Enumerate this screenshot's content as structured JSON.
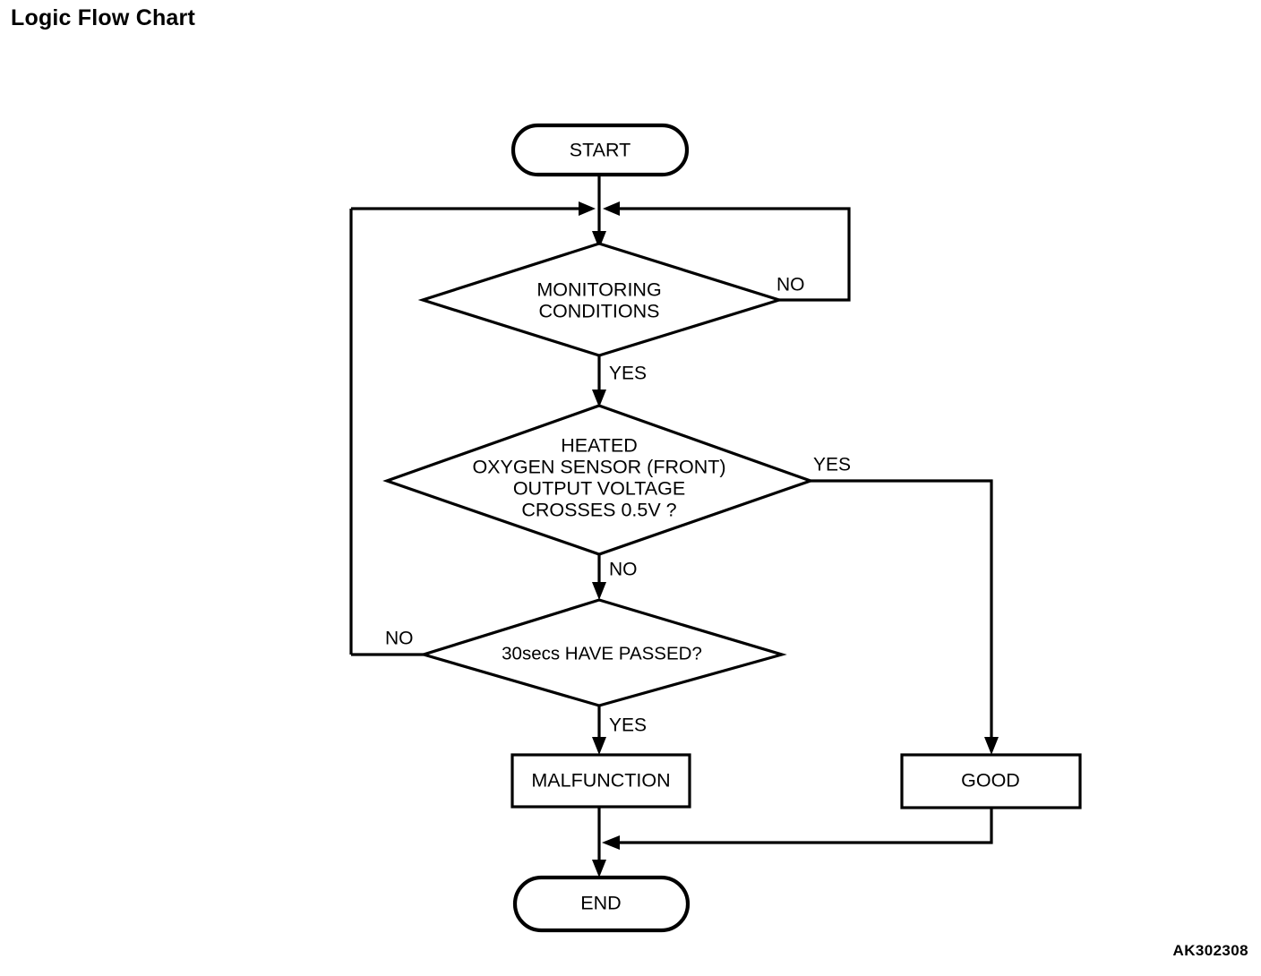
{
  "page": {
    "title": "Logic Flow Chart",
    "reference_code": "AK302308",
    "background_color": "#ffffff",
    "line_color": "#000000"
  },
  "chart_data": {
    "type": "diagram",
    "diagram_kind": "flowchart",
    "title": "Logic Flow Chart",
    "nodes": [
      {
        "id": "start",
        "shape": "terminator",
        "label": "START"
      },
      {
        "id": "monitoring",
        "shape": "decision",
        "label": "MONITORING\nCONDITIONS",
        "lines": [
          "MONITORING",
          "CONDITIONS"
        ]
      },
      {
        "id": "o2sensor",
        "shape": "decision",
        "label": "HEATED OXYGEN SENSOR (FRONT) OUTPUT VOLTAGE CROSSES 0.5V ?",
        "lines": [
          "HEATED",
          "OXYGEN SENSOR (FRONT)",
          "OUTPUT VOLTAGE",
          "CROSSES 0.5V ?"
        ]
      },
      {
        "id": "timer",
        "shape": "decision",
        "label": "30secs HAVE PASSED?",
        "lines": [
          "30secs HAVE PASSED?"
        ]
      },
      {
        "id": "malfunction",
        "shape": "process",
        "label": "MALFUNCTION"
      },
      {
        "id": "good",
        "shape": "process",
        "label": "GOOD"
      },
      {
        "id": "end",
        "shape": "terminator",
        "label": "END"
      }
    ],
    "edges": [
      {
        "from": "start",
        "to": "monitoring",
        "label": ""
      },
      {
        "from": "monitoring",
        "to": "o2sensor",
        "label": "YES"
      },
      {
        "from": "monitoring",
        "to": "monitoring",
        "label": "NO",
        "route": "loop-back-top"
      },
      {
        "from": "o2sensor",
        "to": "good",
        "label": "YES"
      },
      {
        "from": "o2sensor",
        "to": "timer",
        "label": "NO"
      },
      {
        "from": "timer",
        "to": "monitoring",
        "label": "NO",
        "route": "loop-back-left"
      },
      {
        "from": "timer",
        "to": "malfunction",
        "label": "YES"
      },
      {
        "from": "malfunction",
        "to": "end",
        "label": ""
      },
      {
        "from": "good",
        "to": "end",
        "label": ""
      }
    ],
    "edge_labels": [
      "NO",
      "YES",
      "YES",
      "NO",
      "NO",
      "YES"
    ]
  },
  "nodes": {
    "start": {
      "label": "START"
    },
    "monitoring": {
      "line1": "MONITORING",
      "line2": "CONDITIONS"
    },
    "o2sensor": {
      "line1": "HEATED",
      "line2": "OXYGEN SENSOR (FRONT)",
      "line3": "OUTPUT VOLTAGE",
      "line4": "CROSSES 0.5V ?"
    },
    "timer": {
      "label": "30secs HAVE PASSED?"
    },
    "malfunction": {
      "label": "MALFUNCTION"
    },
    "good": {
      "label": "GOOD"
    },
    "end": {
      "label": "END"
    }
  },
  "labels": {
    "monitoring_no": "NO",
    "monitoring_yes": "YES",
    "o2sensor_yes": "YES",
    "o2sensor_no": "NO",
    "timer_no": "NO",
    "timer_yes": "YES"
  }
}
